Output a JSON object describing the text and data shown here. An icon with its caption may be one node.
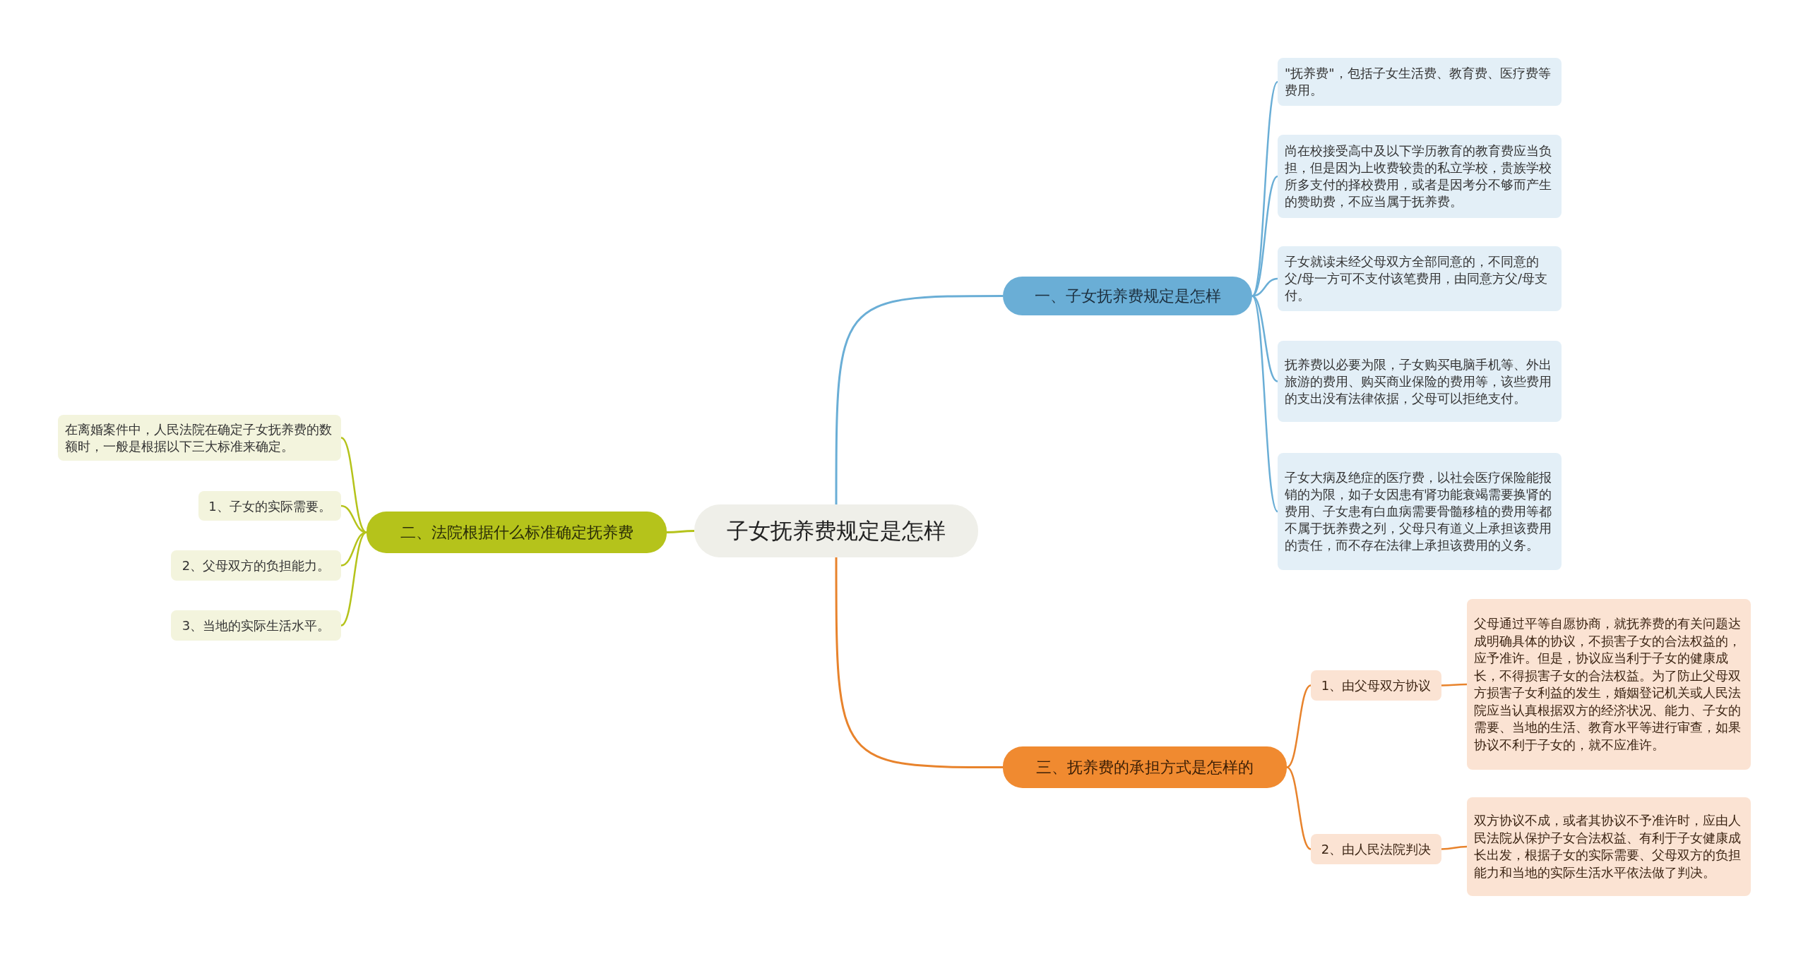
{
  "diagram": {
    "nodes": [
      {
        "text": [
          "子女抚养费规定是怎样"
        ]
      },
      {
        "text": [
          "一、子女抚养费规定是怎样"
        ]
      },
      {
        "text": [
          "\"抚养费\"，包括子女生活费、教育费、医疗费等费用。"
        ]
      },
      {
        "text": [
          "尚在校接受高中及以下学历教育的教育费应当负担，但是因为上收费较贵的私立学校，贵族学校所多支付的择校费用，或者是因考分不够而产生的赞助费，不应当属于抚养费。"
        ]
      },
      {
        "text": [
          "子女就读未经父母双方全部同意的，不同意的父/母一方可不支付该笔费用，由同意方父/母支付。"
        ]
      },
      {
        "text": [
          "抚养费以必要为限，子女购买电脑手机等、外出旅游的费用、购买商业保险的费用等，该些费用的支出没有法律依据，父母可以拒绝支付。"
        ]
      },
      {
        "text": [
          "子女大病及绝症的医疗费，以社会医疗保险能报销的为限，如子女因患有肾功能衰竭需要换肾的费用、子女患有白血病需要骨髓移植的费用等都不属于抚养费之列，父母只有道义上承担该费用的责任，而不存在法律上承担该费用的义务。"
        ]
      },
      {
        "text": [
          "二、法院根据什么标准确定抚养费"
        ]
      },
      {
        "text": [
          "在离婚案件中，人民法院在确定子女抚养费的数额时，一般是根据以下三大标准来确定。"
        ]
      },
      {
        "text": [
          "1、子女的实际需要。"
        ]
      },
      {
        "text": [
          "2、父母双方的负担能力。"
        ]
      },
      {
        "text": [
          "3、当地的实际生活水平。"
        ]
      },
      {
        "text": [
          "三、抚养费的承担方式是怎样的"
        ]
      },
      {
        "text": [
          "1、由父母双方协议"
        ]
      },
      {
        "text": [
          "父母通过平等自愿协商，就抚养费的有关问题达成明确具体的协议，不损害子女的合法权益的，应予准许。但是，协议应当利于子女的健康成长，不得损害子女的合法权益。为了防止父母双方损害子女利益的发生，婚姻登记机关或人民法院应当认真根据双方的经济状况、能力、子女的需要、当地的生活、教育水平等进行审查，如果协议不利于子女的，就不应准许。"
        ]
      },
      {
        "text": [
          "2、由人民法院判决"
        ]
      },
      {
        "text": [
          "双方协议不成，或者其协议不予准许时，应由人民法院从保护子女合法权益、有利于子女健康成长出发，根据子女的实际需要、父母双方的负担能力和当地的实际生活水平依法做了判决。"
        ]
      }
    ],
    "edges": [
      {
        "from": 0,
        "to": 1,
        "arrow": "none"
      },
      {
        "from": 1,
        "to": 2,
        "arrow": "none"
      },
      {
        "from": 1,
        "to": 3,
        "arrow": "none"
      },
      {
        "from": 1,
        "to": 4,
        "arrow": "none"
      },
      {
        "from": 1,
        "to": 5,
        "arrow": "none"
      },
      {
        "from": 1,
        "to": 6,
        "arrow": "none"
      },
      {
        "from": 0,
        "to": 7,
        "arrow": "none",
        "color": "#b5c31b"
      },
      {
        "from": 7,
        "to": 8,
        "arrow": "none",
        "color": "#b5c31b"
      },
      {
        "from": 7,
        "to": 9,
        "arrow": "none",
        "color": "#b5c31b"
      },
      {
        "from": 7,
        "to": 10,
        "arrow": "none",
        "color": "#b5c31b"
      },
      {
        "from": 7,
        "to": 11,
        "arrow": "none",
        "color": "#b5c31b"
      },
      {
        "from": 0,
        "to": 12,
        "arrow": "none",
        "color": "#e8832c"
      },
      {
        "from": 12,
        "to": 13,
        "arrow": "none",
        "color": "#e8832c"
      },
      {
        "from": 13,
        "to": 14,
        "arrow": "none",
        "color": "#e8832c"
      },
      {
        "from": 12,
        "to": 15,
        "arrow": "none",
        "color": "#e8832c"
      },
      {
        "from": 15,
        "to": 16,
        "arrow": "none",
        "color": "#e8832c"
      }
    ]
  }
}
